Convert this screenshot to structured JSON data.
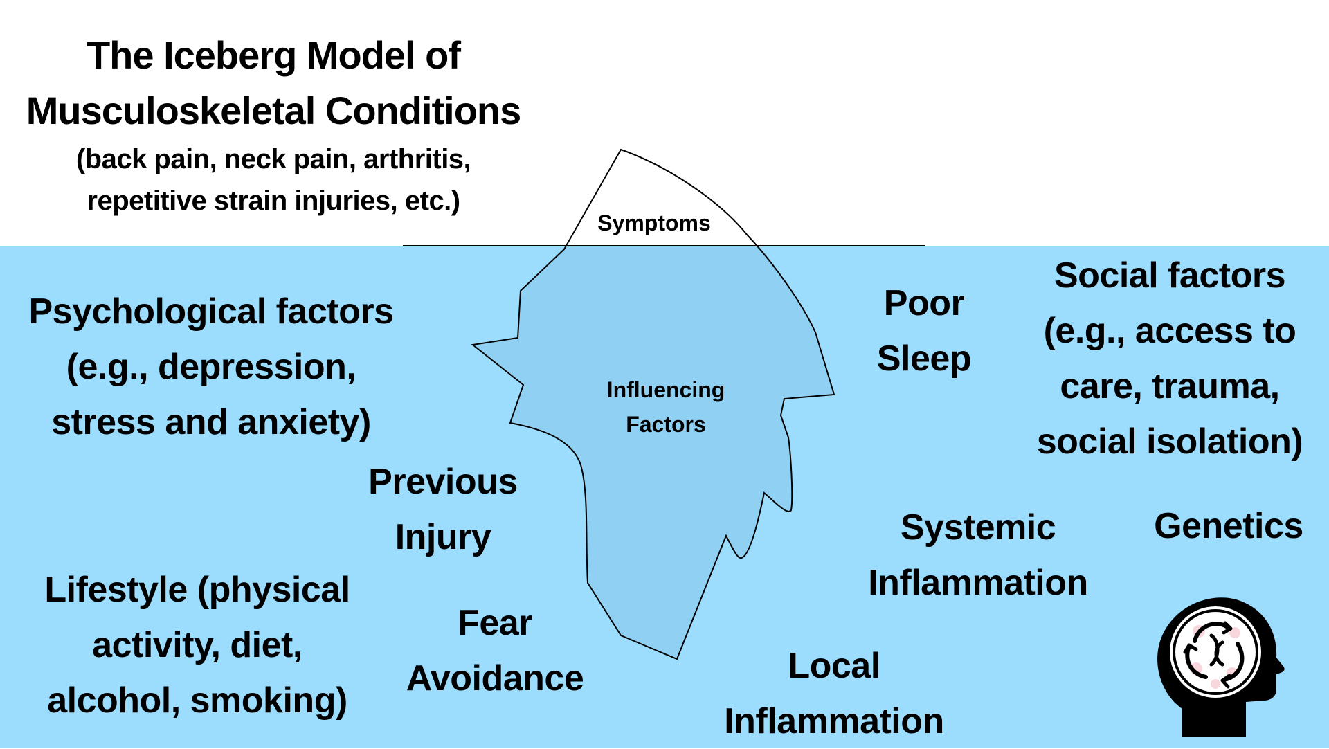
{
  "title": {
    "line1": "The Iceberg Model of",
    "line2": "Musculoskeletal Conditions",
    "sub1": "(back pain, neck pain, arthritis,",
    "sub2": "repetitive strain injuries, etc.)"
  },
  "iceberg": {
    "tip_label": "Symptoms",
    "body_label_1": "Influencing",
    "body_label_2": "Factors"
  },
  "factors": {
    "psychological": [
      "Psychological factors",
      "(e.g., depression,",
      "stress and anxiety)"
    ],
    "previous_injury": [
      "Previous",
      "Injury"
    ],
    "lifestyle": [
      "Lifestyle (physical",
      "activity, diet,",
      "alcohol, smoking)"
    ],
    "fear_avoidance": [
      "Fear",
      "Avoidance"
    ],
    "poor_sleep": [
      "Poor",
      "Sleep"
    ],
    "social": [
      "Social factors",
      "(e.g., access to",
      "care, trauma,",
      "social isolation)"
    ],
    "systemic_inflammation": [
      "Systemic",
      "Inflammation"
    ],
    "genetics": [
      "Genetics"
    ],
    "local_inflammation": [
      "Local",
      "Inflammation"
    ]
  },
  "colors": {
    "water": "#9cdcfd",
    "iceberg_underwater": "#8fd0f3",
    "outline": "#000000",
    "icon_accent": "#f7d6dc"
  },
  "icons": {
    "head": "head-with-gears-icon"
  }
}
